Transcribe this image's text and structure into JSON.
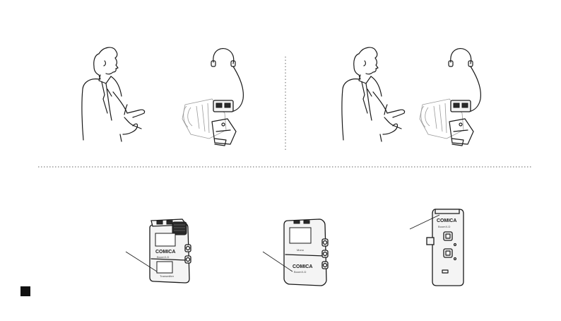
{
  "page": {
    "background": "#ffffff",
    "ink": "#1a1a1a",
    "accent_block": "#111111"
  },
  "scenes": [
    {
      "name": "speaker-left",
      "icon": "presenter-figure"
    },
    {
      "name": "camera-left",
      "icon": "camera-with-headphones"
    },
    {
      "name": "speaker-right",
      "icon": "presenter-figure"
    },
    {
      "name": "camera-right",
      "icon": "camera-with-headphones"
    }
  ],
  "devices": {
    "transmitter": {
      "brand": "COMICA",
      "model": "BoomX-D",
      "label": "Transmitter"
    },
    "transmitter2": {
      "brand": "COMICA",
      "model": "BoomX-D",
      "label": "Mono"
    },
    "receiver": {
      "brand": "COMICA",
      "model": "BoomX-D"
    }
  }
}
